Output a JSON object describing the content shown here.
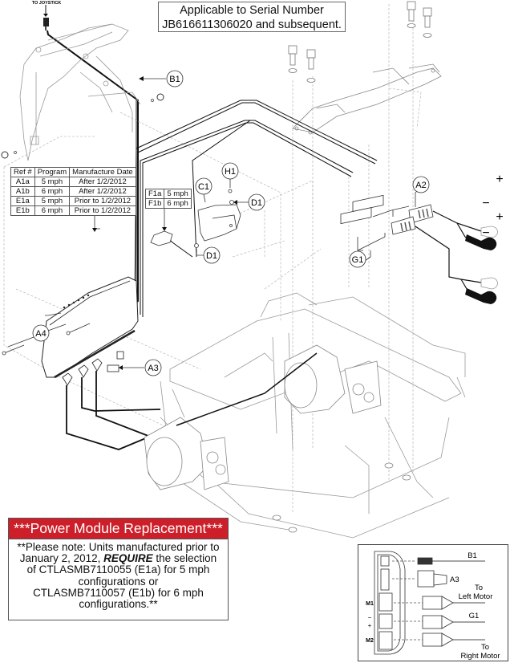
{
  "header": {
    "joystick_label": "TO JOYSTICK",
    "serial_note_line1": "Applicable to Serial Number",
    "serial_note_line2": "JB616611306020 and subsequent."
  },
  "callouts": {
    "b1": "B1",
    "a2": "A2",
    "g1": "G1",
    "h1": "H1",
    "c1": "C1",
    "d1_top": "D1",
    "d1_bottom": "D1",
    "a4": "A4",
    "a3": "A3"
  },
  "polarity": {
    "plus_top": "+",
    "minus_top": "−",
    "plus_bottom": "+",
    "minus_bottom": "−"
  },
  "ref_table": {
    "headers": [
      "Ref #",
      "Program",
      "Manufacture Date"
    ],
    "rows": [
      [
        "A1a",
        "5 mph",
        "After 1/2/2012"
      ],
      [
        "A1b",
        "6 mph",
        "After 1/2/2012"
      ],
      [
        "E1a",
        "5 mph",
        "Prior to 1/2/2012"
      ],
      [
        "E1b",
        "6 mph",
        "Prior to 1/2/2012"
      ]
    ]
  },
  "f_table": {
    "rows": [
      [
        "F1a",
        "5 mph"
      ],
      [
        "F1b",
        "6 mph"
      ]
    ]
  },
  "notice": {
    "title": "***Power Module Replacement***",
    "line1": "**Please note: Units manufactured prior to",
    "line2_pre": "January 2, 2012, ",
    "line2_bold": "REQUIRE",
    "line2_post": " the selection",
    "line3": "of CTLASMB7110055 (E1a) for 5 mph",
    "line4": "configurations or",
    "line5": "CTLASMB7110057 (E1b) for 6 mph",
    "line6": "configurations.**"
  },
  "inset": {
    "b1": "B1",
    "a3": "A3",
    "left_motor_1": "To",
    "left_motor_2": "Left Motor",
    "g1": "G1",
    "right_motor_1": "To",
    "right_motor_2": "Right Motor",
    "m1": "M1",
    "minus": "−",
    "plus": "+",
    "m2": "M2"
  },
  "colors": {
    "notice_red": "#cc1f2a",
    "line_dark": "#111111",
    "line_light": "#9a9a9a"
  }
}
